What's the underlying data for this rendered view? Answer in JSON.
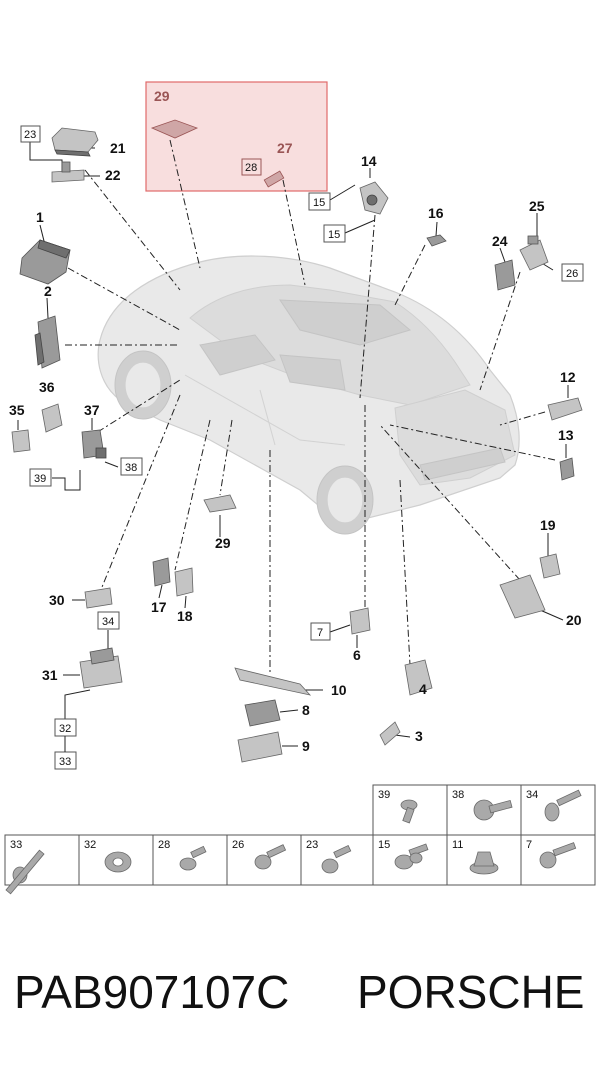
{
  "highlight": {
    "callouts": [
      {
        "num": "29"
      },
      {
        "num": "27"
      },
      {
        "num": "28"
      }
    ]
  },
  "callouts": {
    "c1": "1",
    "c2": "2",
    "c3": "3",
    "c4": "4",
    "c6": "6",
    "c8": "8",
    "c9": "9",
    "c10": "10",
    "c12": "12",
    "c13": "13",
    "c14": "14",
    "c16": "16",
    "c17": "17",
    "c18": "18",
    "c19": "19",
    "c20": "20",
    "c21": "21",
    "c22": "22",
    "c24": "24",
    "c25": "25",
    "c29": "29",
    "c30": "30",
    "c31": "31",
    "c35": "35",
    "c36": "36",
    "c37": "37"
  },
  "boxed_callouts": {
    "b23": "23",
    "b15a": "15",
    "b15b": "15",
    "b26": "26",
    "b39": "39",
    "b38": "38",
    "b34": "34",
    "b32": "32",
    "b33": "33",
    "b7": "7"
  },
  "fastener_table": {
    "top_row": [
      "39",
      "38",
      "34"
    ],
    "bottom_row": [
      "33",
      "32",
      "28",
      "26",
      "23",
      "15",
      "11",
      "7"
    ]
  },
  "footer": {
    "part_code": "PAB907107C",
    "brand": "PORSCHE"
  }
}
